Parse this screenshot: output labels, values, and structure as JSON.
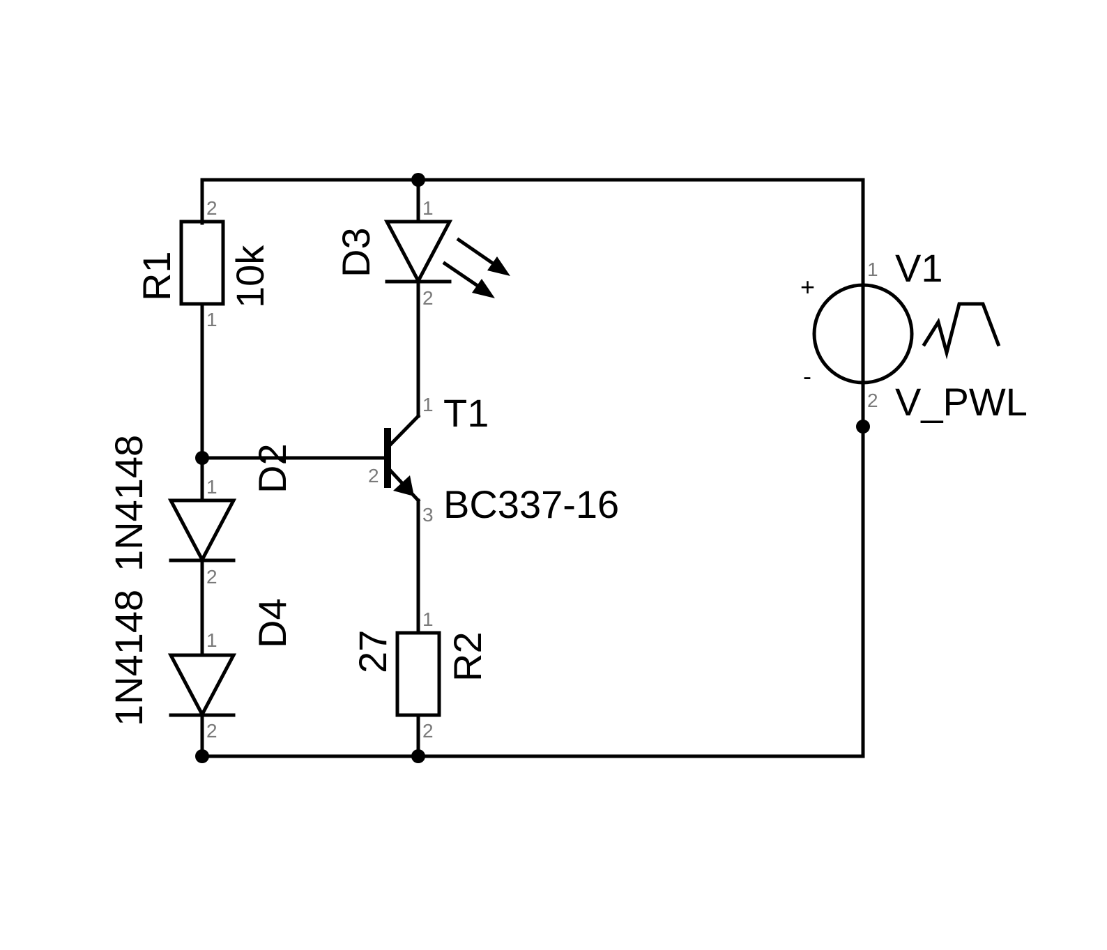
{
  "components": {
    "r1": {
      "ref": "R1",
      "value": "10k",
      "pin_top": "2",
      "pin_bottom": "1"
    },
    "r2": {
      "ref": "R2",
      "value": "27",
      "pin_top": "1",
      "pin_bottom": "2"
    },
    "d2": {
      "ref": "D2",
      "value": "1N4148",
      "pin_top": "1",
      "pin_bottom": "2"
    },
    "d4": {
      "ref": "D4",
      "value": "1N4148",
      "pin_top": "1",
      "pin_bottom": "2"
    },
    "d3": {
      "ref": "D3",
      "pin_top": "1",
      "pin_bottom": "2"
    },
    "t1": {
      "ref": "T1",
      "value": "BC337-16",
      "pin_collector": "1",
      "pin_base": "2",
      "pin_emitter": "3"
    },
    "v1": {
      "ref": "V1",
      "value": "V_PWL",
      "pin_top": "1",
      "pin_bottom": "2",
      "plus": "+",
      "minus": "-"
    }
  }
}
